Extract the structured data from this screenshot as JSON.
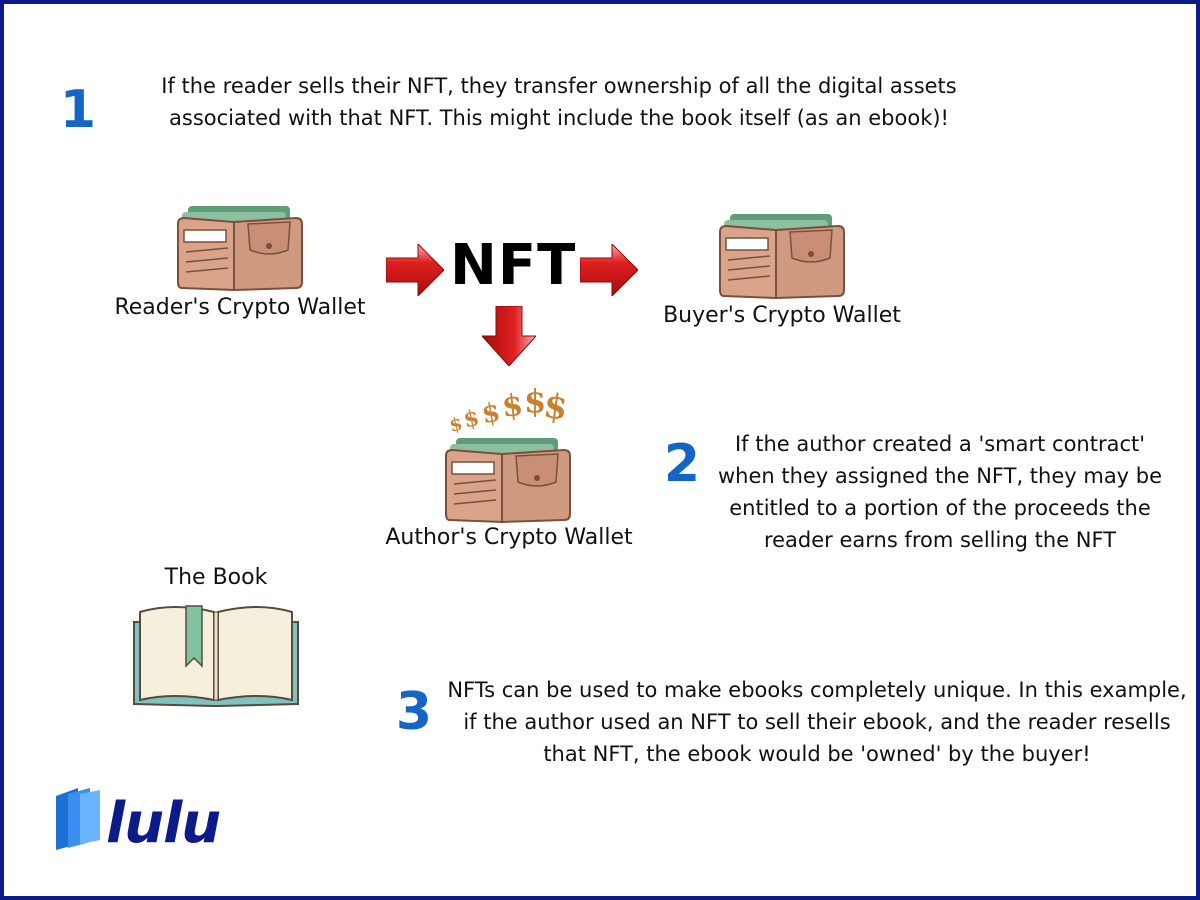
{
  "steps": [
    {
      "number": "1",
      "text": "If the reader sells their NFT, they transfer ownership of all the digital assets associated with that NFT. This might include the book itself (as an ebook)!"
    },
    {
      "number": "2",
      "text": "If the author created a 'smart contract' when they assigned the NFT, they may be entitled to a portion of the proceeds the reader earns from selling the NFT"
    },
    {
      "number": "3",
      "text": "NFTs can be used to make ebooks completely unique. In this example, if the author used an NFT to sell their ebook, and the reader resells that NFT, the ebook would be 'owned' by the buyer!"
    }
  ],
  "labels": {
    "nft": "NFT",
    "reader_wallet": "Reader's Crypto Wallet",
    "buyer_wallet": "Buyer's Crypto Wallet",
    "author_wallet": "Author's Crypto Wallet",
    "book": "The Book",
    "dollar_signs": "$$$$$$"
  },
  "brand": {
    "logo_text": "lulu"
  },
  "colors": {
    "frame_border": "#0d1a8a",
    "step_number": "#1565c6",
    "arrow_red": "#d81e1e",
    "wallet_tan": "#d9a48a",
    "money_green": "#7fb58e",
    "book_teal": "#7fc3c0"
  },
  "icons": [
    "wallet-icon",
    "right-arrow-icon",
    "down-arrow-icon",
    "open-book-icon",
    "lulu-logo-icon"
  ]
}
